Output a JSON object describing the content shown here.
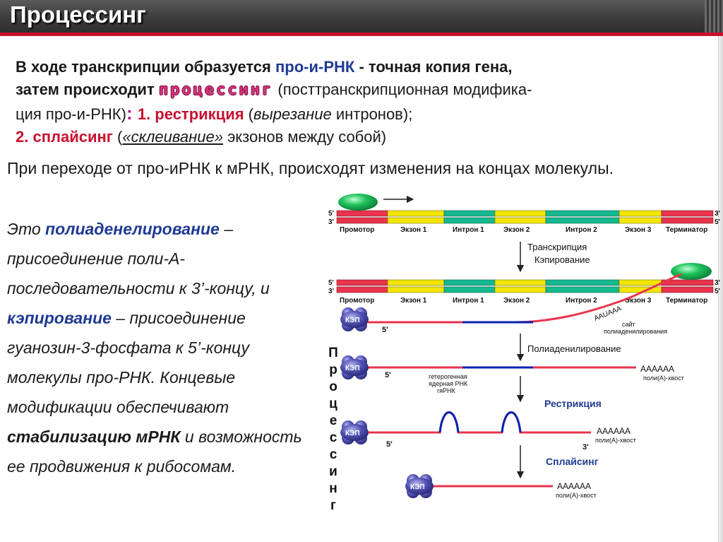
{
  "header": {
    "title": "Процессинг"
  },
  "intro": {
    "line1_a": "В ходе транскрипции образуется ",
    "line1_b": "про-и-РНК",
    "line1_c": " - точная копия гена,",
    "line2_a": "затем происходит ",
    "line2_b": "процессинг",
    "line2_c": " (посттранскрипционная модифика-",
    "line3_a": "ция про-и-РНК)",
    "line3_b": ": ",
    "line3_c": "1. рестрикция",
    "line3_d": " (",
    "line3_e": "вырезание",
    "line3_f": " интронов);",
    "line4_a": "2. сплайсинг",
    "line4_b": " (",
    "line4_c": "«склеивание»",
    "line4_d": " экзонов между собой)"
  },
  "transition": {
    "text": "При переходе от про-иРНК к мРНК, происходят изменения на концах молекулы."
  },
  "body": {
    "t1": "Это ",
    "t2": "полиаденелирование",
    "t3": " – присоединение поли-А-последовательности к 3’-концу, и ",
    "t4": "кэпирование",
    "t5": " – присоединение гуанозин-3-фосфата к 5’-концу молекулы про-РНК. Концевые модификации обеспечивают ",
    "t6": "стабилизацию мРНК",
    "t7": " и возможность ее продвижения к рибосомам."
  },
  "vertical_word": [
    "П",
    "р",
    "о",
    "ц",
    "е",
    "с",
    "с",
    "и",
    "н",
    "г"
  ],
  "diagram": {
    "segments": [
      "Промотор",
      "Экзон 1",
      "Интрон 1",
      "Экзон 2",
      "Интрон 2",
      "Экзон 3",
      "Терминатор"
    ],
    "end5": "5'",
    "end3": "3'",
    "step1": "Транскрипция",
    "step2": "Кэпирование",
    "step3": "Полиаденилирование",
    "step4": "Рестрикция",
    "step5": "Сплайсинг",
    "cap": "КЭП",
    "site_seq": "AAUAAA",
    "site_label1": "сайт",
    "site_label2": "полиаденилирования",
    "hnrna1": "гетерогенная",
    "hnrna2": "ядерная РНК",
    "hnrna3": "гяРНК",
    "polya": "AAAAAA",
    "polya_label": "поли(А)-хвост",
    "colors": {
      "red": "#e8344d",
      "yellow": "#f2e600",
      "teal": "#14b88f",
      "blue": "#0a22b0",
      "cap": "#5252b5",
      "polymerase": "#1ec25c"
    }
  }
}
